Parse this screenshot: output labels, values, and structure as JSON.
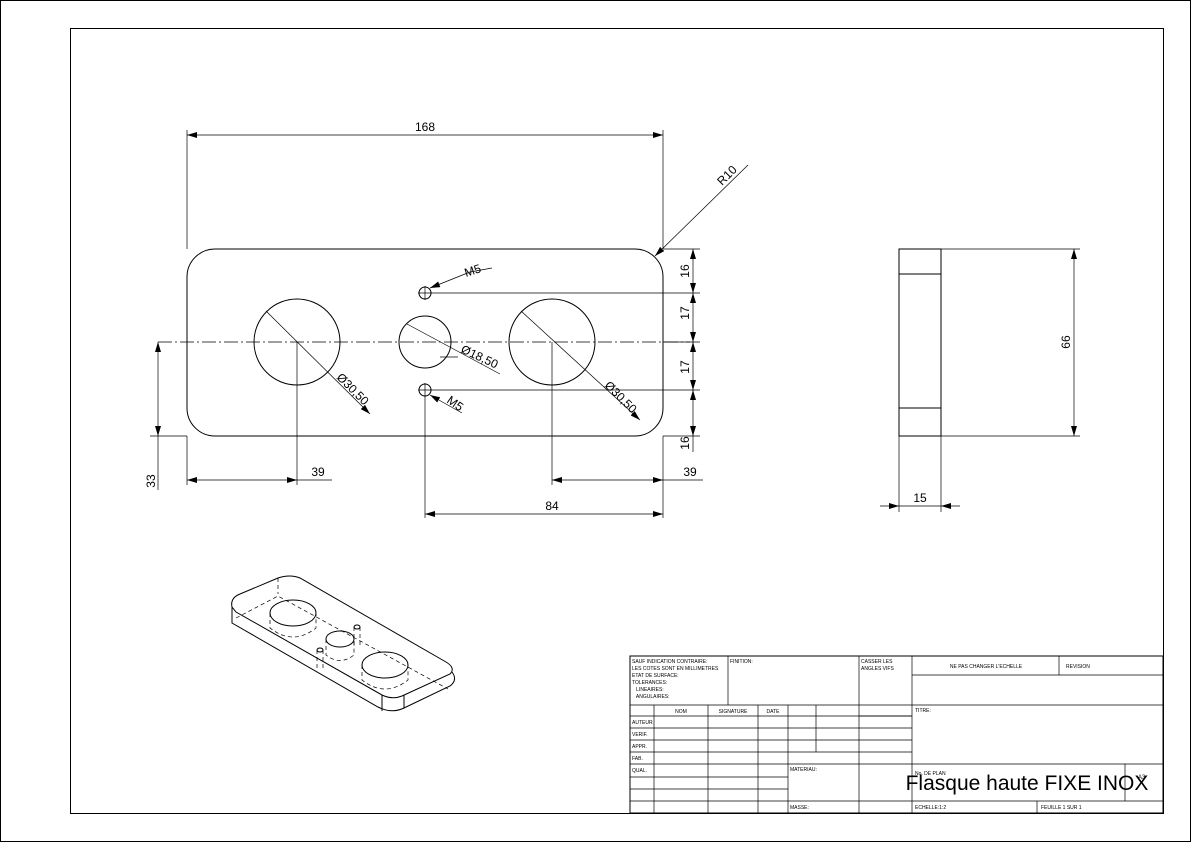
{
  "dimensions": {
    "overall_length": "168",
    "corner_radius": "R10",
    "hole_small_top": "M5",
    "hole_small_bottom": "M5",
    "hole_center": "Ø18,50",
    "hole_left": "Ø30,50",
    "hole_right": "Ø30,50",
    "v_16_top": "16",
    "v_17_a": "17",
    "v_17_b": "17",
    "v_16_bottom": "16",
    "v_33": "33",
    "h_39_left": "39",
    "h_39_right": "39",
    "h_84": "84",
    "side_height": "66",
    "side_thickness": "15"
  },
  "title_block": {
    "general_note": [
      "SAUF INDICATION CONTRAIRE:",
      "LES COTES SONT EN MILLIMETRES",
      "ETAT DE SURFACE:",
      "TOLERANCES:",
      "   LINEAIRES:",
      "   ANGULAIRES:"
    ],
    "finish_label": "FINITION:",
    "break_edges": [
      "CASSER LES",
      "ANGLES VIFS"
    ],
    "no_scale": "NE PAS CHANGER L'ECHELLE",
    "revision_label": "REVISION",
    "col_nom": "NOM",
    "col_signature": "SIGNATURE",
    "col_date": "DATE",
    "row_auteur": "AUTEUR",
    "row_verif": "VERIF.",
    "row_appr": "APPR.",
    "row_fab": "FAB.",
    "row_qual": "QUAL.",
    "titre_label": "TITRE:",
    "material_label": "MATERIAU:",
    "drawing_no_label": "No. DE PLAN",
    "drawing_title": "Flasque haute FIXE INOX",
    "sheet_size": "A3",
    "mass_label": "MASSE:",
    "scale": "ECHELLE:1:2",
    "sheet_no": "FEUILLE 1 SUR 1"
  }
}
